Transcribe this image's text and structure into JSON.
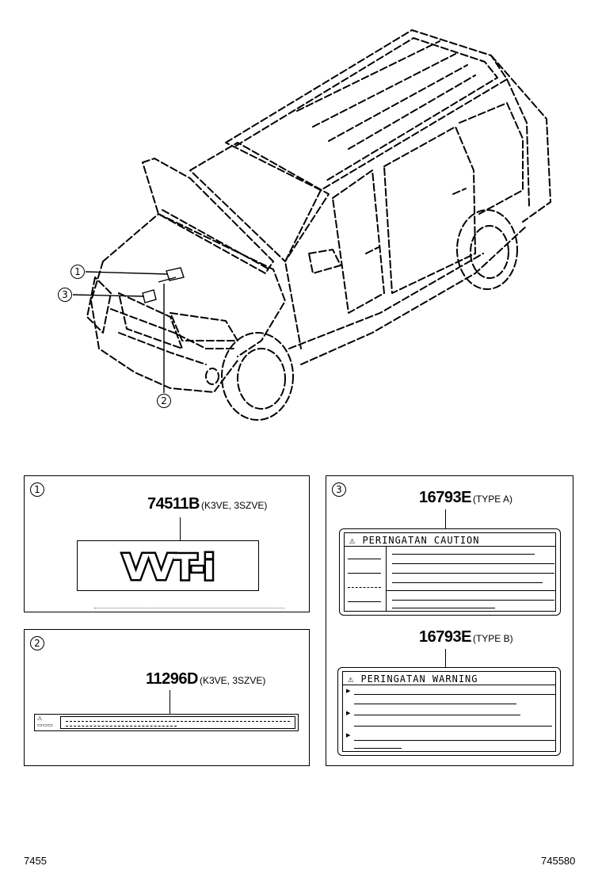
{
  "callouts": [
    "1",
    "2",
    "3"
  ],
  "panel1": {
    "part_number": "74511B",
    "models": "(K3VE, 3SZVE)",
    "emblem_text": "VVT-i"
  },
  "panel2": {
    "part_number": "11296D",
    "models": "(K3VE, 3SZVE)"
  },
  "panel3": {
    "type_a": {
      "part_number": "16793E",
      "type": "(TYPE A)",
      "heading": "PERINGATAN  CAUTION"
    },
    "type_b": {
      "part_number": "16793E",
      "type": "(TYPE B)",
      "heading": "PERINGATAN   WARNING"
    }
  },
  "footer": {
    "left": "7455",
    "right": "745580"
  }
}
